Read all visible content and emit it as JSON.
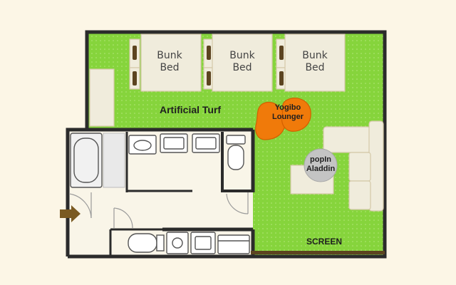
{
  "labels": {
    "bunk_bed_1": [
      "Bunk",
      "Bed"
    ],
    "bunk_bed_2": [
      "Bunk",
      "Bed"
    ],
    "bunk_bed_3": [
      "Bunk",
      "Bed"
    ],
    "artificial_turf": "Artificial Turf",
    "yogibo": [
      "Yogibo",
      "Lounger"
    ],
    "popin": [
      "popIn",
      "Aladdin"
    ],
    "screen": "SCREEN"
  },
  "colors": {
    "background": "#fcf6e6",
    "turf": "#86d43c",
    "wall": "#2b2b2b",
    "furniture": "#f0ecdc",
    "lounger": "#f07a0a",
    "projector": "#c4c4c4",
    "screen": "#5c4420",
    "entrance_arrow": "#7a5a22"
  },
  "icons": [
    "entrance-arrow-icon",
    "bathtub-icon",
    "sink-icon",
    "toilet-icon",
    "stove-icon",
    "washer-icon"
  ]
}
